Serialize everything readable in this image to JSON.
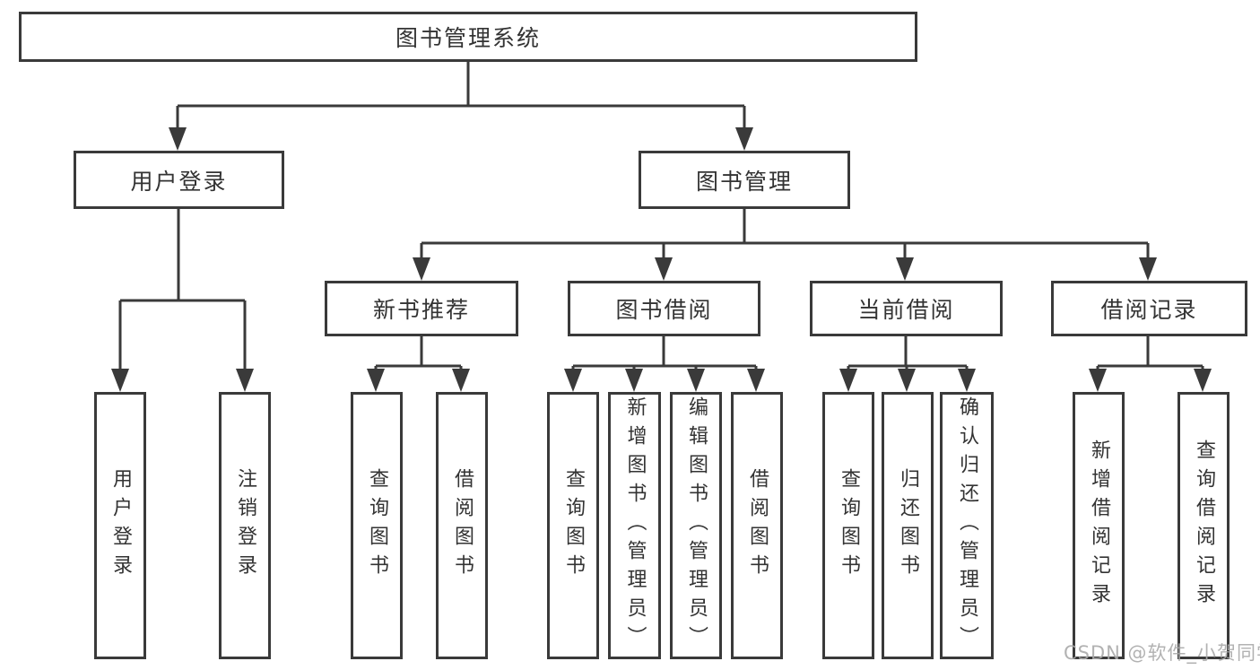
{
  "diagram": {
    "root": {
      "label": "图书管理系统"
    },
    "branches": [
      {
        "label": "用户登录",
        "children": [
          {
            "label": "用户登录"
          },
          {
            "label": "注销登录"
          }
        ]
      },
      {
        "label": "图书管理",
        "children": [
          {
            "label": "新书推荐",
            "children": [
              {
                "label": "查询图书"
              },
              {
                "label": "借阅图书"
              }
            ]
          },
          {
            "label": "图书借阅",
            "children": [
              {
                "label": "查询图书"
              },
              {
                "label": "新增图书（管理员）"
              },
              {
                "label": "编辑图书（管理员）"
              },
              {
                "label": "借阅图书"
              }
            ]
          },
          {
            "label": "当前借阅",
            "children": [
              {
                "label": "查询图书"
              },
              {
                "label": "归还图书"
              },
              {
                "label": "确认归还（管理员）"
              }
            ]
          },
          {
            "label": "借阅记录",
            "children": [
              {
                "label": "新增借阅记录"
              },
              {
                "label": "查询借阅记录"
              }
            ]
          }
        ]
      }
    ]
  },
  "watermark": {
    "text": "CSDN @软件_小贺同学"
  },
  "colors": {
    "line": "#3a3a3a",
    "box_border": "#3a3a3a",
    "text": "#333333",
    "background": "#ffffff",
    "watermark": "#aaaaaa"
  }
}
